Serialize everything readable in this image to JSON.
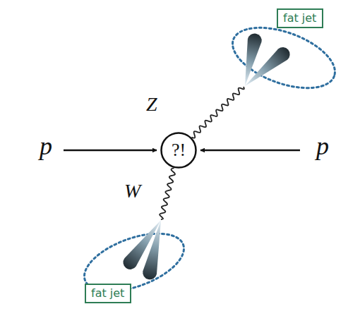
{
  "diagram": {
    "nodes": [
      {
        "text": [
          "fat jet"
        ]
      },
      {
        "text": [
          "?!"
        ]
      },
      {
        "text": [
          "fat jet"
        ]
      }
    ],
    "labels": [
      "Z",
      "p",
      "p",
      "W"
    ]
  }
}
